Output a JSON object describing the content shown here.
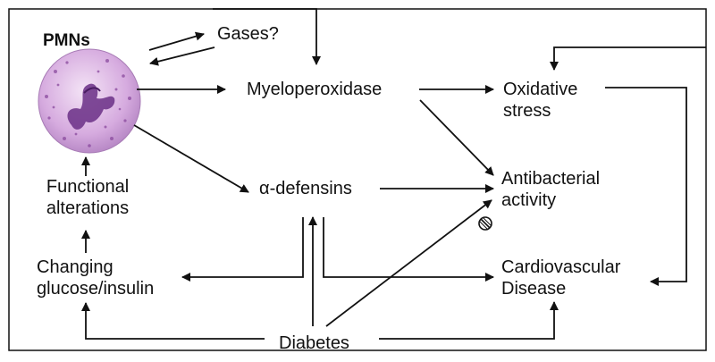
{
  "nodes": {
    "pmns": "PMNs",
    "gases": "Gases?",
    "myeloperoxidase": "Myeloperoxidase",
    "oxidative_stress": [
      "Oxidative",
      "stress"
    ],
    "alpha_defensins": "α-defensins",
    "antibacterial_activity": [
      "Antibacterial",
      "activity"
    ],
    "functional_alterations": [
      "Functional",
      "alterations"
    ],
    "changing_glucose_insulin": [
      "Changing",
      "glucose/insulin"
    ],
    "cardiovascular_disease": [
      "Cardiovascular",
      "Disease"
    ],
    "diabetes": "Diabetes"
  },
  "icons": {
    "inhibition": "inhibition-icon",
    "neutrophil": "neutrophil-cell-icon"
  },
  "colors": {
    "line": "#111111",
    "cell_fill": "#d9b3e0",
    "cell_nucleus": "#6a2f86"
  }
}
